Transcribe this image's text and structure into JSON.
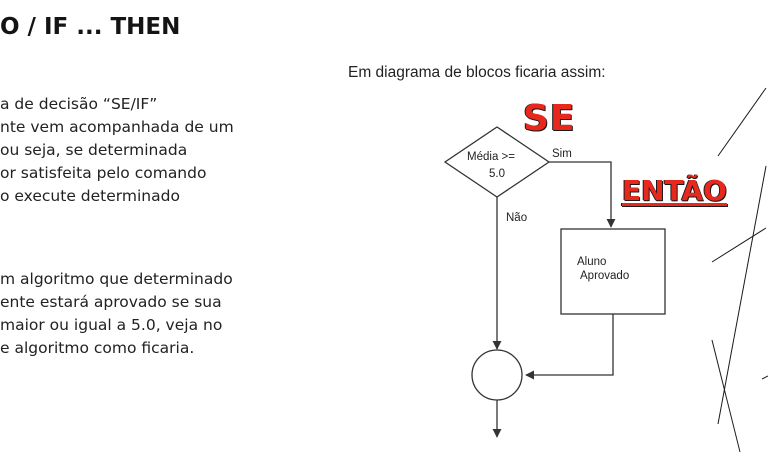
{
  "heading": "O / IF ... THEN",
  "paragraph1": [
    "a de decisão “SE/IF”",
    "nte vem acompanhada de um",
    "ou seja, se determinada",
    "or satisfeita pelo comando",
    "o execute determinado"
  ],
  "paragraph2": [
    "m algoritmo que determinado",
    "ente estará aprovado se sua",
    "maior ou igual a 5.0, veja no",
    "e algoritmo como ficaria."
  ],
  "diagram": {
    "caption": "Em diagrama de blocos ficaria assim:",
    "decision_line1": "Média >=",
    "decision_line2": "5.0",
    "yes_label": "Sim",
    "no_label": "Não",
    "process_line1": "Aluno",
    "process_line2": "Aprovado",
    "callout_se": "SE",
    "callout_entao": "ENTÃO",
    "line_color": "#333333",
    "callout_color": "#e8281c"
  }
}
